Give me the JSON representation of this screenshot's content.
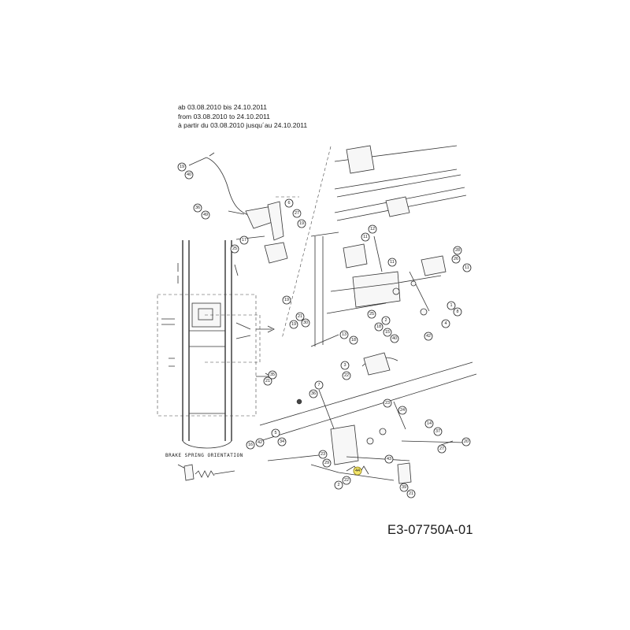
{
  "header": {
    "line_de": "ab 03.08.2010 bis 24.10.2011",
    "line_en": "from 03.08.2010 to 24.10.2011",
    "line_fr": "à partir du 03.08.2010 jusqu´au 24.10.2011"
  },
  "brake_spring_label": "BRAKE SPRING ORIENTATION",
  "document_number": "E3-07750A-01",
  "colors": {
    "highlight": "#f4e66a",
    "line": "#333333"
  },
  "callouts": {
    "top_left": [
      "19",
      "40",
      "36",
      "49",
      "6",
      "27",
      "19",
      "17",
      "25"
    ],
    "top_right": [
      "12",
      "11",
      "28",
      "11",
      "26",
      "11",
      "1",
      "8",
      "19",
      "21",
      "30",
      "19",
      "25",
      "2",
      "18",
      "13",
      "18",
      "15",
      "40",
      "42",
      "4"
    ],
    "bottom": [
      "3",
      "22",
      "21",
      "35",
      "7",
      "36",
      "24",
      "23",
      "14",
      "42",
      "5",
      "34",
      "20",
      "16",
      "29",
      "23",
      "37",
      "43",
      "27",
      "2",
      "39",
      "21",
      "22"
    ],
    "highlighted": "44"
  }
}
